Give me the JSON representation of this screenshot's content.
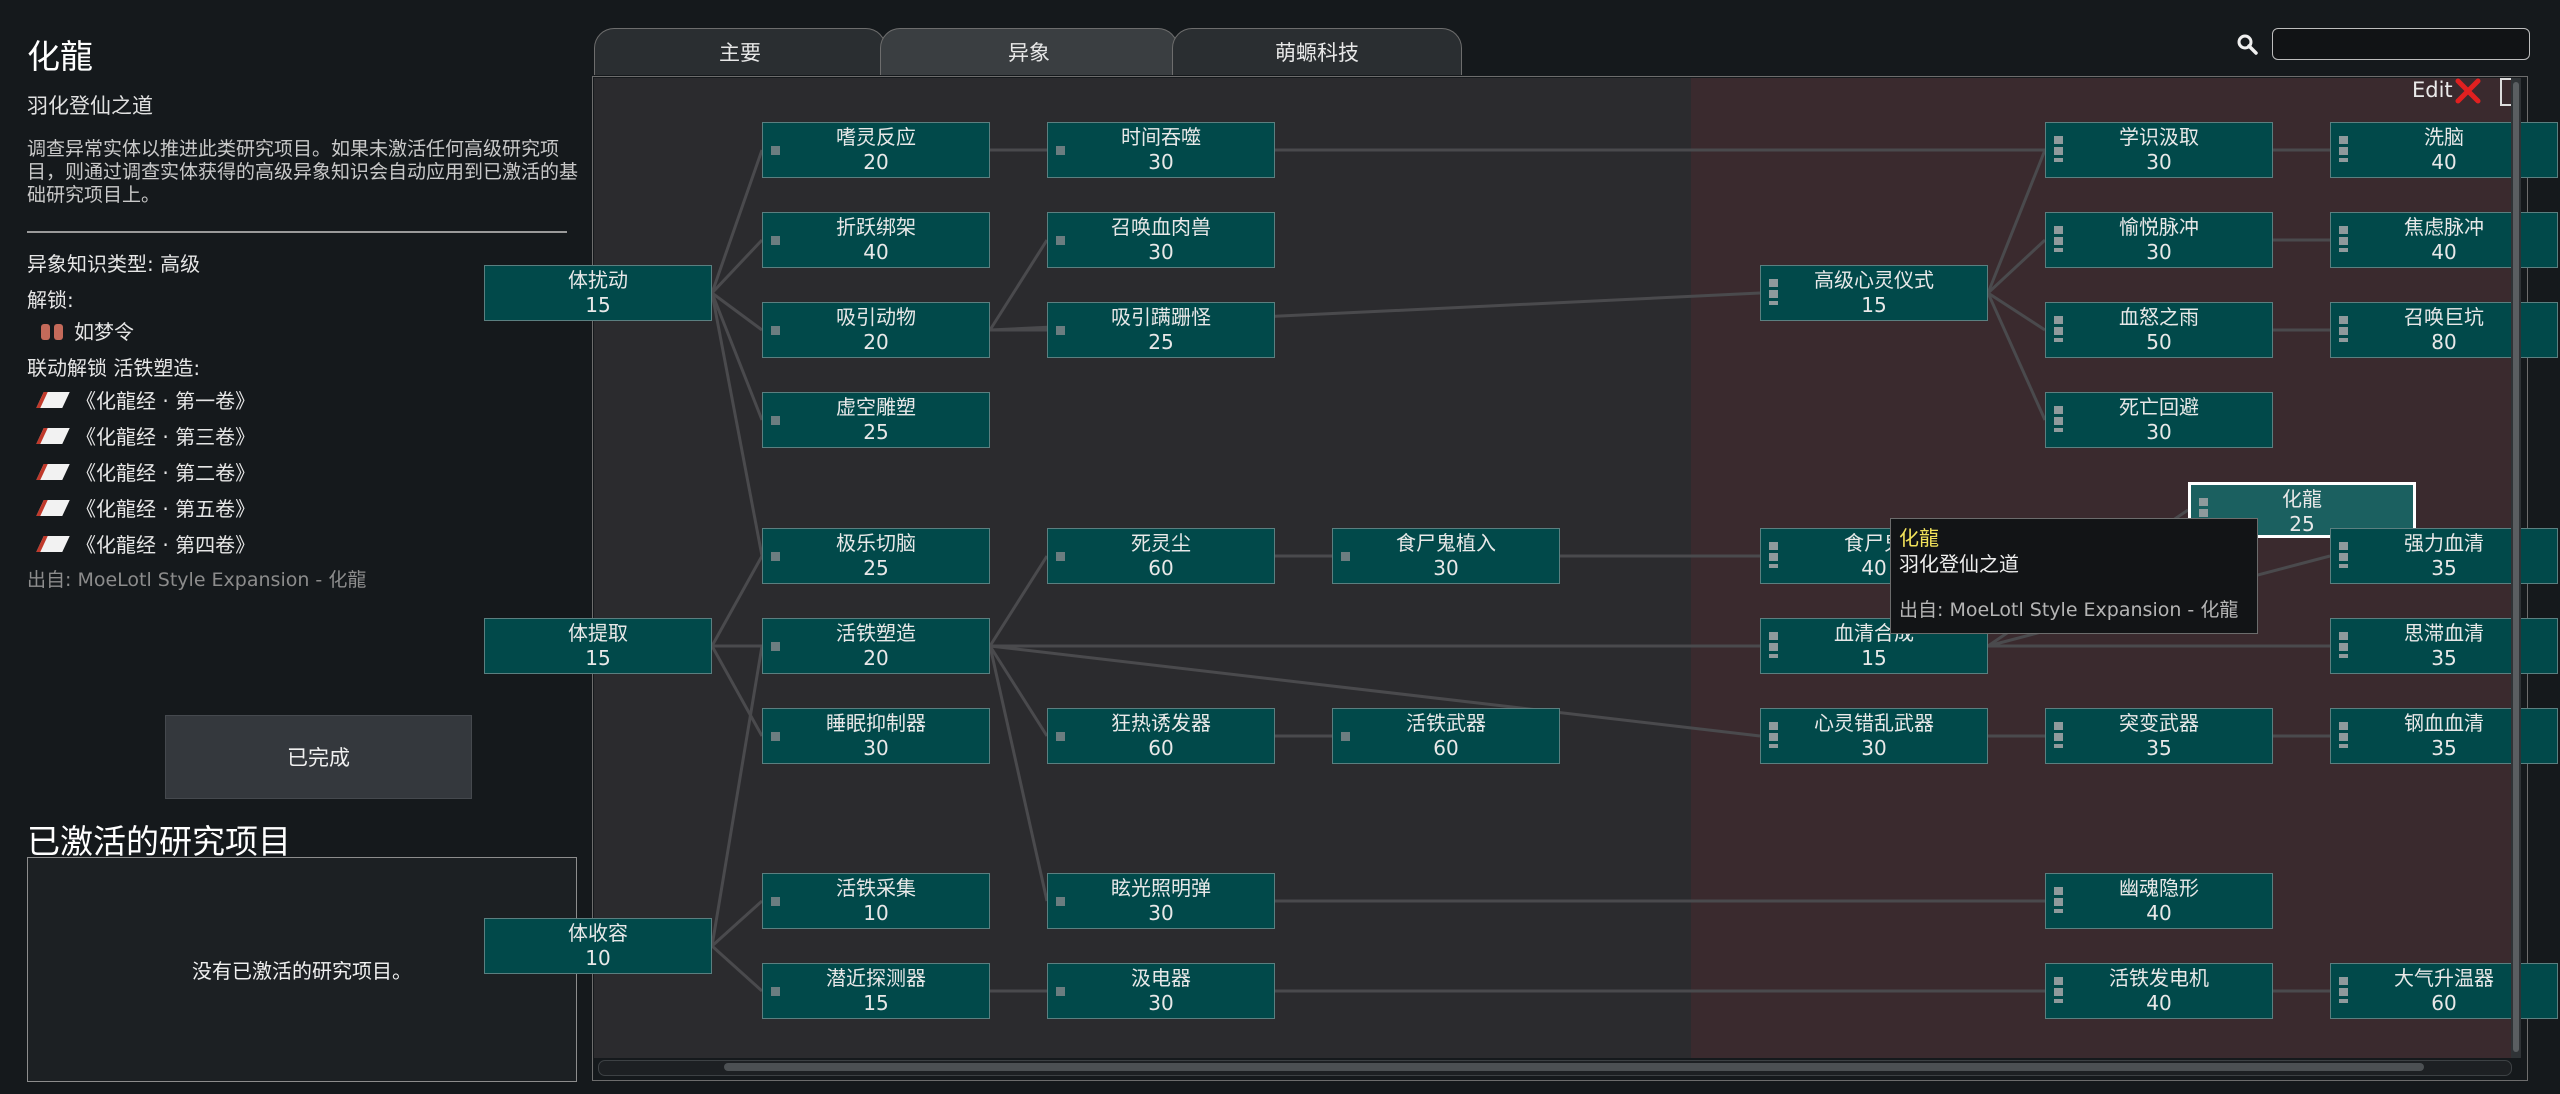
{
  "left": {
    "title": "化龍",
    "subtitle": "羽化登仙之道",
    "description": "调查异常实体以推进此类研究项目。如果未激活任何高级研究项目，则通过调查实体获得的高级异象知识会自动应用到已激活的基础研究项目上。",
    "knowledge_type": "异象知识类型: 高级",
    "unlock_label": "解锁:",
    "unlock_item": "如梦令",
    "linked_label": "联动解锁 活铁塑造:",
    "books": [
      "《化龍经 · 第一卷》",
      "《化龍经 · 第三卷》",
      "《化龍经 · 第二卷》",
      "《化龍经 · 第五卷》",
      "《化龍经 · 第四卷》"
    ],
    "source": "出自:  MoeLotl Style Expansion - 化龍",
    "completed_button": "已完成",
    "active_title": "已激活的研究项目",
    "active_empty": "没有已激活的研究项目。"
  },
  "tabs": [
    {
      "label": "主要",
      "active": false
    },
    {
      "label": "异象",
      "active": true
    },
    {
      "label": "萌螈科技",
      "active": false
    }
  ],
  "search": {
    "value": "",
    "icon": "search-icon"
  },
  "editor": {
    "edit_label": "Edit",
    "close_color": "#e02020"
  },
  "nodes": [
    {
      "id": "n_c1a",
      "label": "体扰动",
      "cost": "15",
      "marks": 0
    },
    {
      "id": "n_c1b",
      "label": "体提取",
      "cost": "15",
      "marks": 0
    },
    {
      "id": "n_c1c",
      "label": "体收容",
      "cost": "10",
      "marks": 0
    },
    {
      "id": "n_a1",
      "label": "嗜灵反应",
      "cost": "20",
      "marks": 1
    },
    {
      "id": "n_a2",
      "label": "折跃绑架",
      "cost": "40",
      "marks": 1
    },
    {
      "id": "n_a3",
      "label": "吸引动物",
      "cost": "20",
      "marks": 1
    },
    {
      "id": "n_a4",
      "label": "虚空雕塑",
      "cost": "25",
      "marks": 1
    },
    {
      "id": "n_a5",
      "label": "极乐切脑",
      "cost": "25",
      "marks": 1
    },
    {
      "id": "n_a6",
      "label": "活铁塑造",
      "cost": "20",
      "marks": 1
    },
    {
      "id": "n_a7",
      "label": "睡眠抑制器",
      "cost": "30",
      "marks": 1
    },
    {
      "id": "n_a8",
      "label": "活铁采集",
      "cost": "10",
      "marks": 1
    },
    {
      "id": "n_a9",
      "label": "潜近探测器",
      "cost": "15",
      "marks": 1
    },
    {
      "id": "n_b1",
      "label": "时间吞噬",
      "cost": "30",
      "marks": 1
    },
    {
      "id": "n_b2",
      "label": "召唤血肉兽",
      "cost": "30",
      "marks": 1
    },
    {
      "id": "n_b3",
      "label": "吸引蹒跚怪",
      "cost": "25",
      "marks": 1
    },
    {
      "id": "n_b4",
      "label": "死灵尘",
      "cost": "60",
      "marks": 1
    },
    {
      "id": "n_b5",
      "label": "狂热诱发器",
      "cost": "60",
      "marks": 1
    },
    {
      "id": "n_b6",
      "label": "眩光照明弹",
      "cost": "30",
      "marks": 1
    },
    {
      "id": "n_b7",
      "label": "汲电器",
      "cost": "30",
      "marks": 1
    },
    {
      "id": "n_d1",
      "label": "食尸鬼植入",
      "cost": "30",
      "marks": 1
    },
    {
      "id": "n_d2",
      "label": "活铁武器",
      "cost": "60",
      "marks": 1
    },
    {
      "id": "n_e1",
      "label": "高级心灵仪式",
      "cost": "15",
      "marks": 2
    },
    {
      "id": "n_e2",
      "label": "食尸鬼",
      "cost": "40",
      "marks": 2
    },
    {
      "id": "n_e3",
      "label": "血清合成",
      "cost": "15",
      "marks": 2
    },
    {
      "id": "n_e4",
      "label": "心灵错乱武器",
      "cost": "30",
      "marks": 2
    },
    {
      "id": "n_f1",
      "label": "学识汲取",
      "cost": "30",
      "marks": 2
    },
    {
      "id": "n_f2",
      "label": "愉悦脉冲",
      "cost": "30",
      "marks": 2
    },
    {
      "id": "n_f3",
      "label": "血怒之雨",
      "cost": "50",
      "marks": 2
    },
    {
      "id": "n_f4",
      "label": "死亡回避",
      "cost": "30",
      "marks": 2
    },
    {
      "id": "n_f5",
      "label": "突变武器",
      "cost": "35",
      "marks": 2
    },
    {
      "id": "n_f6",
      "label": "幽魂隐形",
      "cost": "40",
      "marks": 2
    },
    {
      "id": "n_f7",
      "label": "活铁发电机",
      "cost": "40",
      "marks": 2
    },
    {
      "id": "n_sel",
      "label": "化龍",
      "cost": "25",
      "marks": 2,
      "selected": true
    },
    {
      "id": "n_g1",
      "label": "洗脑",
      "cost": "40",
      "marks": 2
    },
    {
      "id": "n_g2",
      "label": "焦虑脉冲",
      "cost": "40",
      "marks": 2
    },
    {
      "id": "n_g3",
      "label": "召唤巨坑",
      "cost": "80",
      "marks": 2
    },
    {
      "id": "n_g4",
      "label": "强力血清",
      "cost": "35",
      "marks": 2
    },
    {
      "id": "n_g5",
      "label": "思滞血清",
      "cost": "35",
      "marks": 2
    },
    {
      "id": "n_g6",
      "label": "钢血血清",
      "cost": "35",
      "marks": 2
    },
    {
      "id": "n_g7",
      "label": "大气升温器",
      "cost": "60",
      "marks": 2
    }
  ],
  "edges": [
    [
      "n_c1a",
      "n_a1"
    ],
    [
      "n_c1a",
      "n_a2"
    ],
    [
      "n_c1a",
      "n_a3"
    ],
    [
      "n_c1a",
      "n_a4"
    ],
    [
      "n_c1b",
      "n_a5"
    ],
    [
      "n_c1b",
      "n_a6"
    ],
    [
      "n_c1b",
      "n_a7"
    ],
    [
      "n_c1c",
      "n_a8"
    ],
    [
      "n_c1c",
      "n_a9"
    ],
    [
      "n_c1c",
      "n_a6"
    ],
    [
      "n_c1a",
      "n_a5"
    ],
    [
      "n_a1",
      "n_b1"
    ],
    [
      "n_a3",
      "n_b2"
    ],
    [
      "n_a3",
      "n_b3"
    ],
    [
      "n_a6",
      "n_b4"
    ],
    [
      "n_a6",
      "n_b5"
    ],
    [
      "n_a6",
      "n_b6"
    ],
    [
      "n_a9",
      "n_b7"
    ],
    [
      "n_b4",
      "n_d1"
    ],
    [
      "n_b5",
      "n_d2"
    ],
    [
      "n_a3",
      "n_e1"
    ],
    [
      "n_a6",
      "n_e3"
    ],
    [
      "n_a6",
      "n_e4"
    ],
    [
      "n_d1",
      "n_e2"
    ],
    [
      "n_b6",
      "n_f6"
    ],
    [
      "n_b7",
      "n_f7"
    ],
    [
      "n_b1",
      "n_f1"
    ],
    [
      "n_e1",
      "n_f1"
    ],
    [
      "n_e1",
      "n_f2"
    ],
    [
      "n_e1",
      "n_f3"
    ],
    [
      "n_e1",
      "n_f4"
    ],
    [
      "n_e3",
      "n_sel"
    ],
    [
      "n_e4",
      "n_f5"
    ],
    [
      "n_f1",
      "n_g1"
    ],
    [
      "n_f2",
      "n_g2"
    ],
    [
      "n_f3",
      "n_g3"
    ],
    [
      "n_f5",
      "n_g6"
    ],
    [
      "n_f7",
      "n_g7"
    ],
    [
      "n_e3",
      "n_g4"
    ],
    [
      "n_e3",
      "n_g5"
    ]
  ],
  "tooltip": {
    "title": "化龍",
    "subtitle": "羽化登仙之道",
    "source": "出自: MoeLotl Style Expansion - 化龍"
  }
}
